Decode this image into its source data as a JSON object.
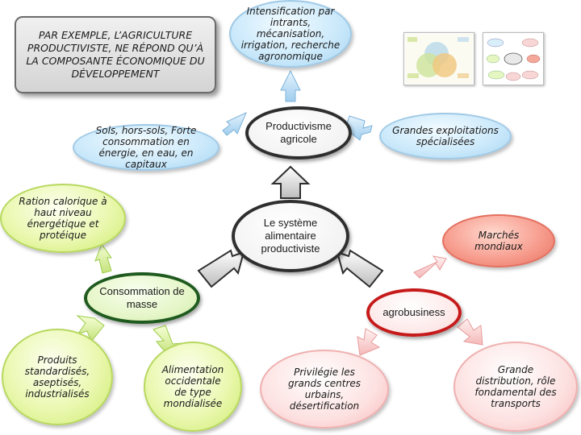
{
  "callout": {
    "text": "PAR EXEMPLE, L’AGRICULTURE PRODUCTIVISTE, NE RÉPOND QU’À LA COMPOSANTE ÉCONOMIQUE DU DÉVELOPPEMENT"
  },
  "center": {
    "text": "Le système alimentaire productiviste"
  },
  "nodes": {
    "intensification": "Intensification par intrants, mécanisation, irrigation, recherche agronomique",
    "productivisme": "Productivisme agricole",
    "grandes_exploitations": "Grandes exploitations spécialisées",
    "sols": "Sols, hors-sols, Forte consommation en énergie, en eau, en capitaux",
    "ration": "Ration calorique à haut niveau énergétique et protéique",
    "consommation": "Consommation de masse",
    "produits": "Produits standardisés, aseptisés, industrialisés",
    "alimentation": "Alimentation occidentale de type mondialisée",
    "marches": "Marchés mondiaux",
    "agrobusiness": "agrobusiness",
    "privilegie": "Privilégie les grands centres urbains, désertification",
    "grande_distribution": "Grande distribution, rôle fondamental des transports"
  },
  "colors": {
    "blue_fill": "#cdeafb",
    "green_fill": "#eaf8b0",
    "pink_fill": "#fde1e1",
    "salmon_fill": "#f6998a",
    "dark_border": "#2e2e2e",
    "darkgreen_border": "#1f5a1f",
    "red_border": "#c61a1a"
  },
  "thumbnails": [
    "venn-diagram-thumbnail",
    "concept-map-thumbnail"
  ]
}
